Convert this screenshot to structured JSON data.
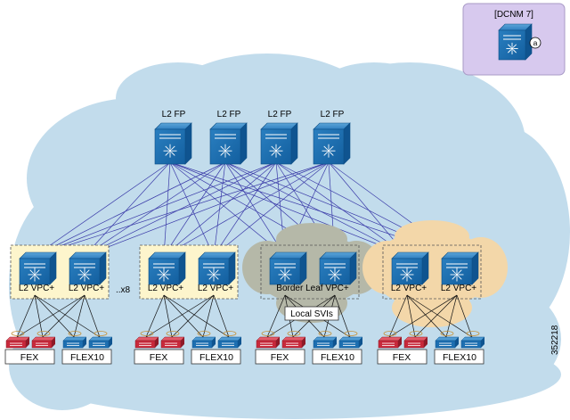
{
  "dcnm_label": "[DCNM 7]",
  "dcnm_badge": "a",
  "figure_id": "352218",
  "spine_label": "L2 FP",
  "spine_count": 4,
  "leaf_label": "L2 VPC+",
  "multiplier": "..x8",
  "border_label": "Border Leaf VPC+",
  "local_svis": "Local SVIs",
  "fex_label": "FEX",
  "flex_label": "FLEX10",
  "colors": {
    "cloud": "#c2dcec",
    "switch_blue": "#1d6fb1",
    "dcnm_box": "#d7c9ee",
    "pod_box": "#fdf5cc",
    "link": "#3a3aa8",
    "fex_red": "#c8293b",
    "grey_cloud": "#b5b8a8",
    "orange_cloud": "#f3d7a9"
  }
}
